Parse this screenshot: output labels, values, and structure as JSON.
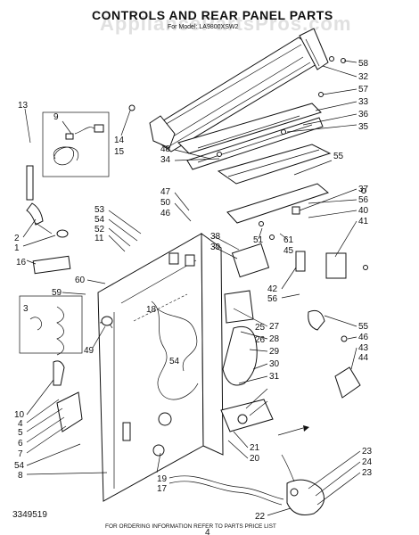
{
  "title": "CONTROLS AND REAR PANEL PARTS",
  "subtitle": "For Model: LA9800XSW2",
  "watermark": "AppliancePartsPros.com",
  "footer_note": "FOR ORDERING INFORMATION REFER TO PARTS PRICE LIST",
  "doc_number": "3349519",
  "page_number": "4",
  "left_labels": [
    "13",
    "9",
    "14",
    "15",
    "53",
    "54",
    "52",
    "11",
    "2",
    "1",
    "16",
    "60",
    "59",
    "3",
    "49",
    "10",
    "4",
    "5",
    "6",
    "7",
    "54",
    "8",
    "18",
    "19",
    "17"
  ],
  "right_labels": [
    "58",
    "32",
    "57",
    "33",
    "36",
    "35",
    "48",
    "34",
    "47",
    "50",
    "46",
    "55",
    "37",
    "56",
    "40",
    "41",
    "38",
    "39",
    "51",
    "61",
    "45",
    "42",
    "56",
    "55",
    "46",
    "43",
    "44",
    "25",
    "26",
    "27",
    "28",
    "29",
    "30",
    "31",
    "54",
    "21",
    "20",
    "23",
    "24",
    "23",
    "22"
  ],
  "diagram_labels": {
    "l13": "13",
    "l9": "9",
    "l14": "14",
    "l15": "15",
    "l53": "53",
    "l54a": "54",
    "l52": "52",
    "l11": "11",
    "l2": "2",
    "l1": "1",
    "l16": "16",
    "l60": "60",
    "l59": "59",
    "l3": "3",
    "l49": "49",
    "l10": "10",
    "l4": "4",
    "l5": "5",
    "l6": "6",
    "l7": "7",
    "l54b": "54",
    "l8": "8",
    "l18": "18",
    "l19": "19",
    "l17": "17",
    "r58": "58",
    "r32": "32",
    "r57": "57",
    "r33": "33",
    "r36": "36",
    "r35": "35",
    "r48": "48",
    "r34": "34",
    "r47": "47",
    "r50": "50",
    "r46a": "46",
    "r55a": "55",
    "r37": "37",
    "r56a": "56",
    "r40": "40",
    "r41": "41",
    "r38": "38",
    "r39": "39",
    "r51": "51",
    "r61": "61",
    "r45": "45",
    "r42": "42",
    "r56b": "56",
    "r55b": "55",
    "r46b": "46",
    "r43": "43",
    "r44": "44",
    "r25": "25",
    "r26": "26",
    "r27": "27",
    "r28": "28",
    "r29": "29",
    "r30": "30",
    "r31": "31",
    "r54c": "54",
    "r21": "21",
    "r20": "20",
    "r23a": "23",
    "r24": "24",
    "r23b": "23",
    "r22": "22"
  }
}
